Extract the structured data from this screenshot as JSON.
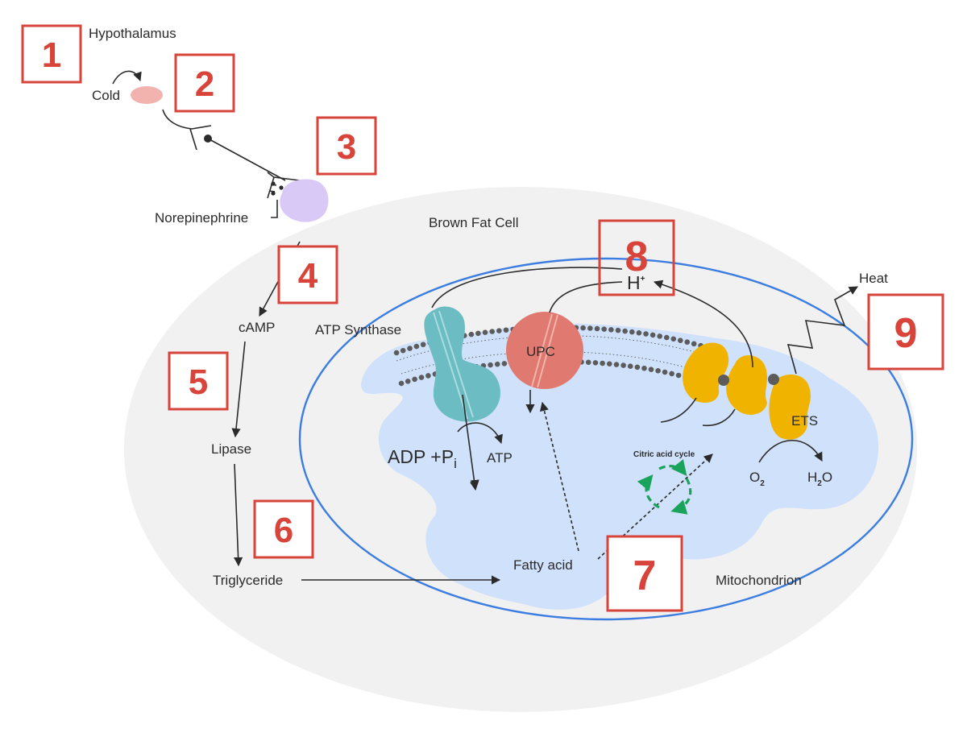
{
  "diagram": {
    "labels": {
      "hypothalamus": "Hypothalamus",
      "cold": "Cold",
      "norepinephrine": "Norepinephrine",
      "brown_fat_cell": "Brown Fat Cell",
      "camp": "cAMP",
      "atp_synthase": "ATP Synthase",
      "lipase": "Lipase",
      "triglyceride": "Triglyceride",
      "fatty_acid": "Fatty acid",
      "mitochondrion": "Mitochondrion",
      "upc": "UPC",
      "ets": "ETS",
      "heat": "Heat",
      "citric_acid_cycle": "Citric acid cycle",
      "adp": "ADP",
      "plus_p": "+P",
      "p_sub": "i",
      "atp": "ATP",
      "h": "H",
      "h_sup": "+",
      "o2": "O",
      "o2_sub": "2",
      "h2o_h": "H",
      "h2o_sub": "2",
      "h2o_o": "O"
    },
    "steps": [
      "1",
      "2",
      "3",
      "4",
      "5",
      "6",
      "7",
      "8",
      "9"
    ],
    "colors": {
      "step_red": "#d8433a",
      "cell_gray": "#f1f1f1",
      "mito_outline": "#3b7de0",
      "matrix_blue": "#cfe1fb",
      "atp_synthase_teal": "#6cbcc3",
      "upc_salmon": "#e07a70",
      "ets_yellow": "#f0b400",
      "hypothalamus_pink": "#f2b3ae",
      "norepinephrine_lavender": "#d9c9f7",
      "citric_cycle_green": "#1aa35a"
    }
  }
}
